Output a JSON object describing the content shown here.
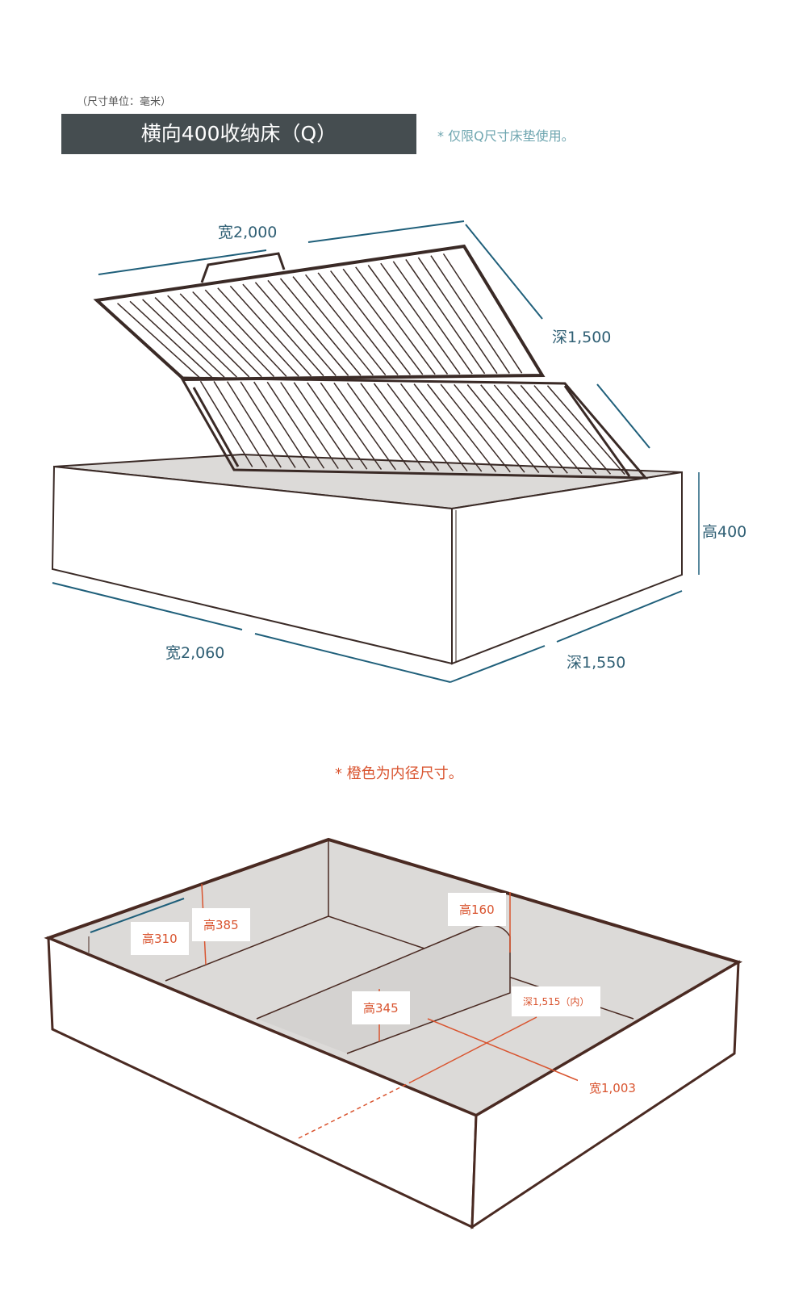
{
  "header": {
    "unit_note": "（尺寸单位：毫米）",
    "title": "横向400收纳床（Q）",
    "mattress_note": "* 仅限Q尺寸床垫使用。"
  },
  "top_diagram": {
    "lid_width": "宽2,000",
    "lid_depth": "深1,500",
    "height": "高400",
    "base_width": "宽2,060",
    "base_depth": "深1,550"
  },
  "inner_note": "* 橙色为内径尺寸。",
  "bottom_diagram": {
    "h310": "高310",
    "h385": "高385",
    "h160": "高160",
    "h345": "高345",
    "inner_depth": "深1,515（内）",
    "inner_width": "宽1,003"
  },
  "colors": {
    "title_bg": "#454d50",
    "dimension": "#1f5f7a",
    "inner": "#d9542f",
    "outline": "#4a2a22"
  }
}
